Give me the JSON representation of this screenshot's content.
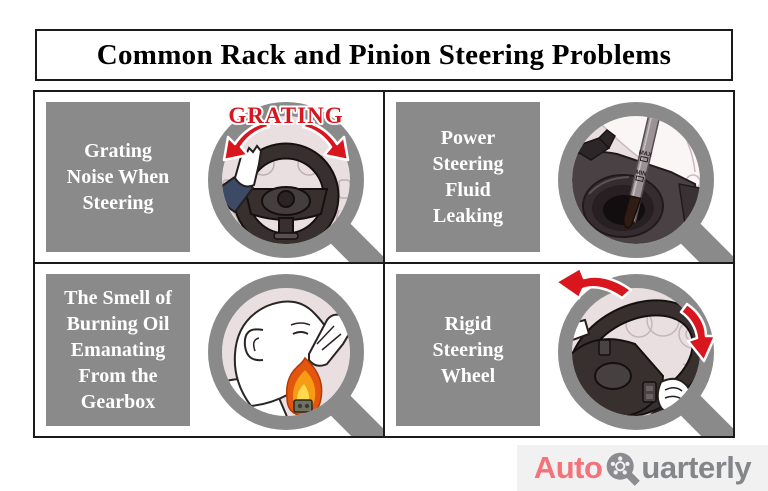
{
  "title": "Common Rack and Pinion Steering Problems",
  "problems": [
    {
      "label": "Grating Noise When Steering",
      "lines": [
        "Grating",
        "Noise When",
        "Steering"
      ],
      "annotation": "GRATING",
      "illustration": "hand-on-steering-wheel-with-grating-noise-arrows"
    },
    {
      "label": "Power Steering Fluid Leaking",
      "lines": [
        "Power",
        "Steering",
        "Fluid",
        "Leaking"
      ],
      "dipstick_marks": [
        "MAX",
        "MIN"
      ],
      "illustration": "dipstick-leaking-fluid-into-reservoir"
    },
    {
      "label": "The Smell of Burning Oil Emanating From the Gearbox",
      "lines": [
        "The Smell of",
        "Burning Oil",
        "Emanating",
        "From the",
        "Gearbox"
      ],
      "illustration": "person-pinching-nose-near-flaming-gearbox"
    },
    {
      "label": "Rigid Steering Wheel",
      "lines": [
        "Rigid",
        "Steering",
        "Wheel"
      ],
      "illustration": "stiff-steering-wheel-with-turn-arrows"
    }
  ],
  "branding": {
    "auto": "Auto",
    "quarterly_rest": "uarterly",
    "q_icon": "wheel-q-icon"
  },
  "colors": {
    "panel_gray": "#8a8a8a",
    "magnifier_ring_gray": "#8a8a8a",
    "scene_pink": "#eadfe0",
    "alert_red": "#d9151d",
    "border_black": "#1a1a1a",
    "label_text": "#ffffff",
    "logo_pink": "#f4737b",
    "logo_gray": "#85868a",
    "logo_background": "#f1f1f2"
  }
}
